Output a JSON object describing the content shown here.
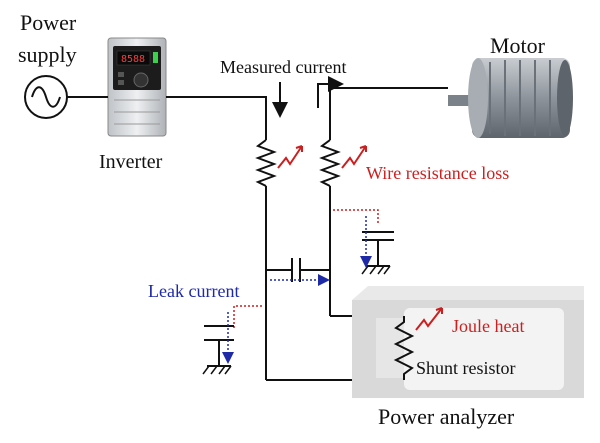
{
  "labels": {
    "power_supply_line1": "Power",
    "power_supply_line2": "supply",
    "inverter": "Inverter",
    "measured_current": "Measured current",
    "motor": "Motor",
    "wire_resistance_loss": "Wire resistance loss",
    "leak_current": "Leak current",
    "joule_heat": "Joule heat",
    "shunt_resistor": "Shunt resistor",
    "power_analyzer": "Power analyzer",
    "inverter_display": "8588"
  },
  "colors": {
    "wire": "#111111",
    "loss": "#cc1f1f",
    "leak": "#1f2aa6",
    "analyzer_body": "#d9d9d9",
    "analyzer_panel": "#f3f3f3",
    "motor_body": "#9aa1a8"
  },
  "icons": {
    "ac_source": "ac-source-icon",
    "inverter": "inverter-device-icon",
    "motor": "motor-icon",
    "analyzer": "power-analyzer-icon"
  }
}
